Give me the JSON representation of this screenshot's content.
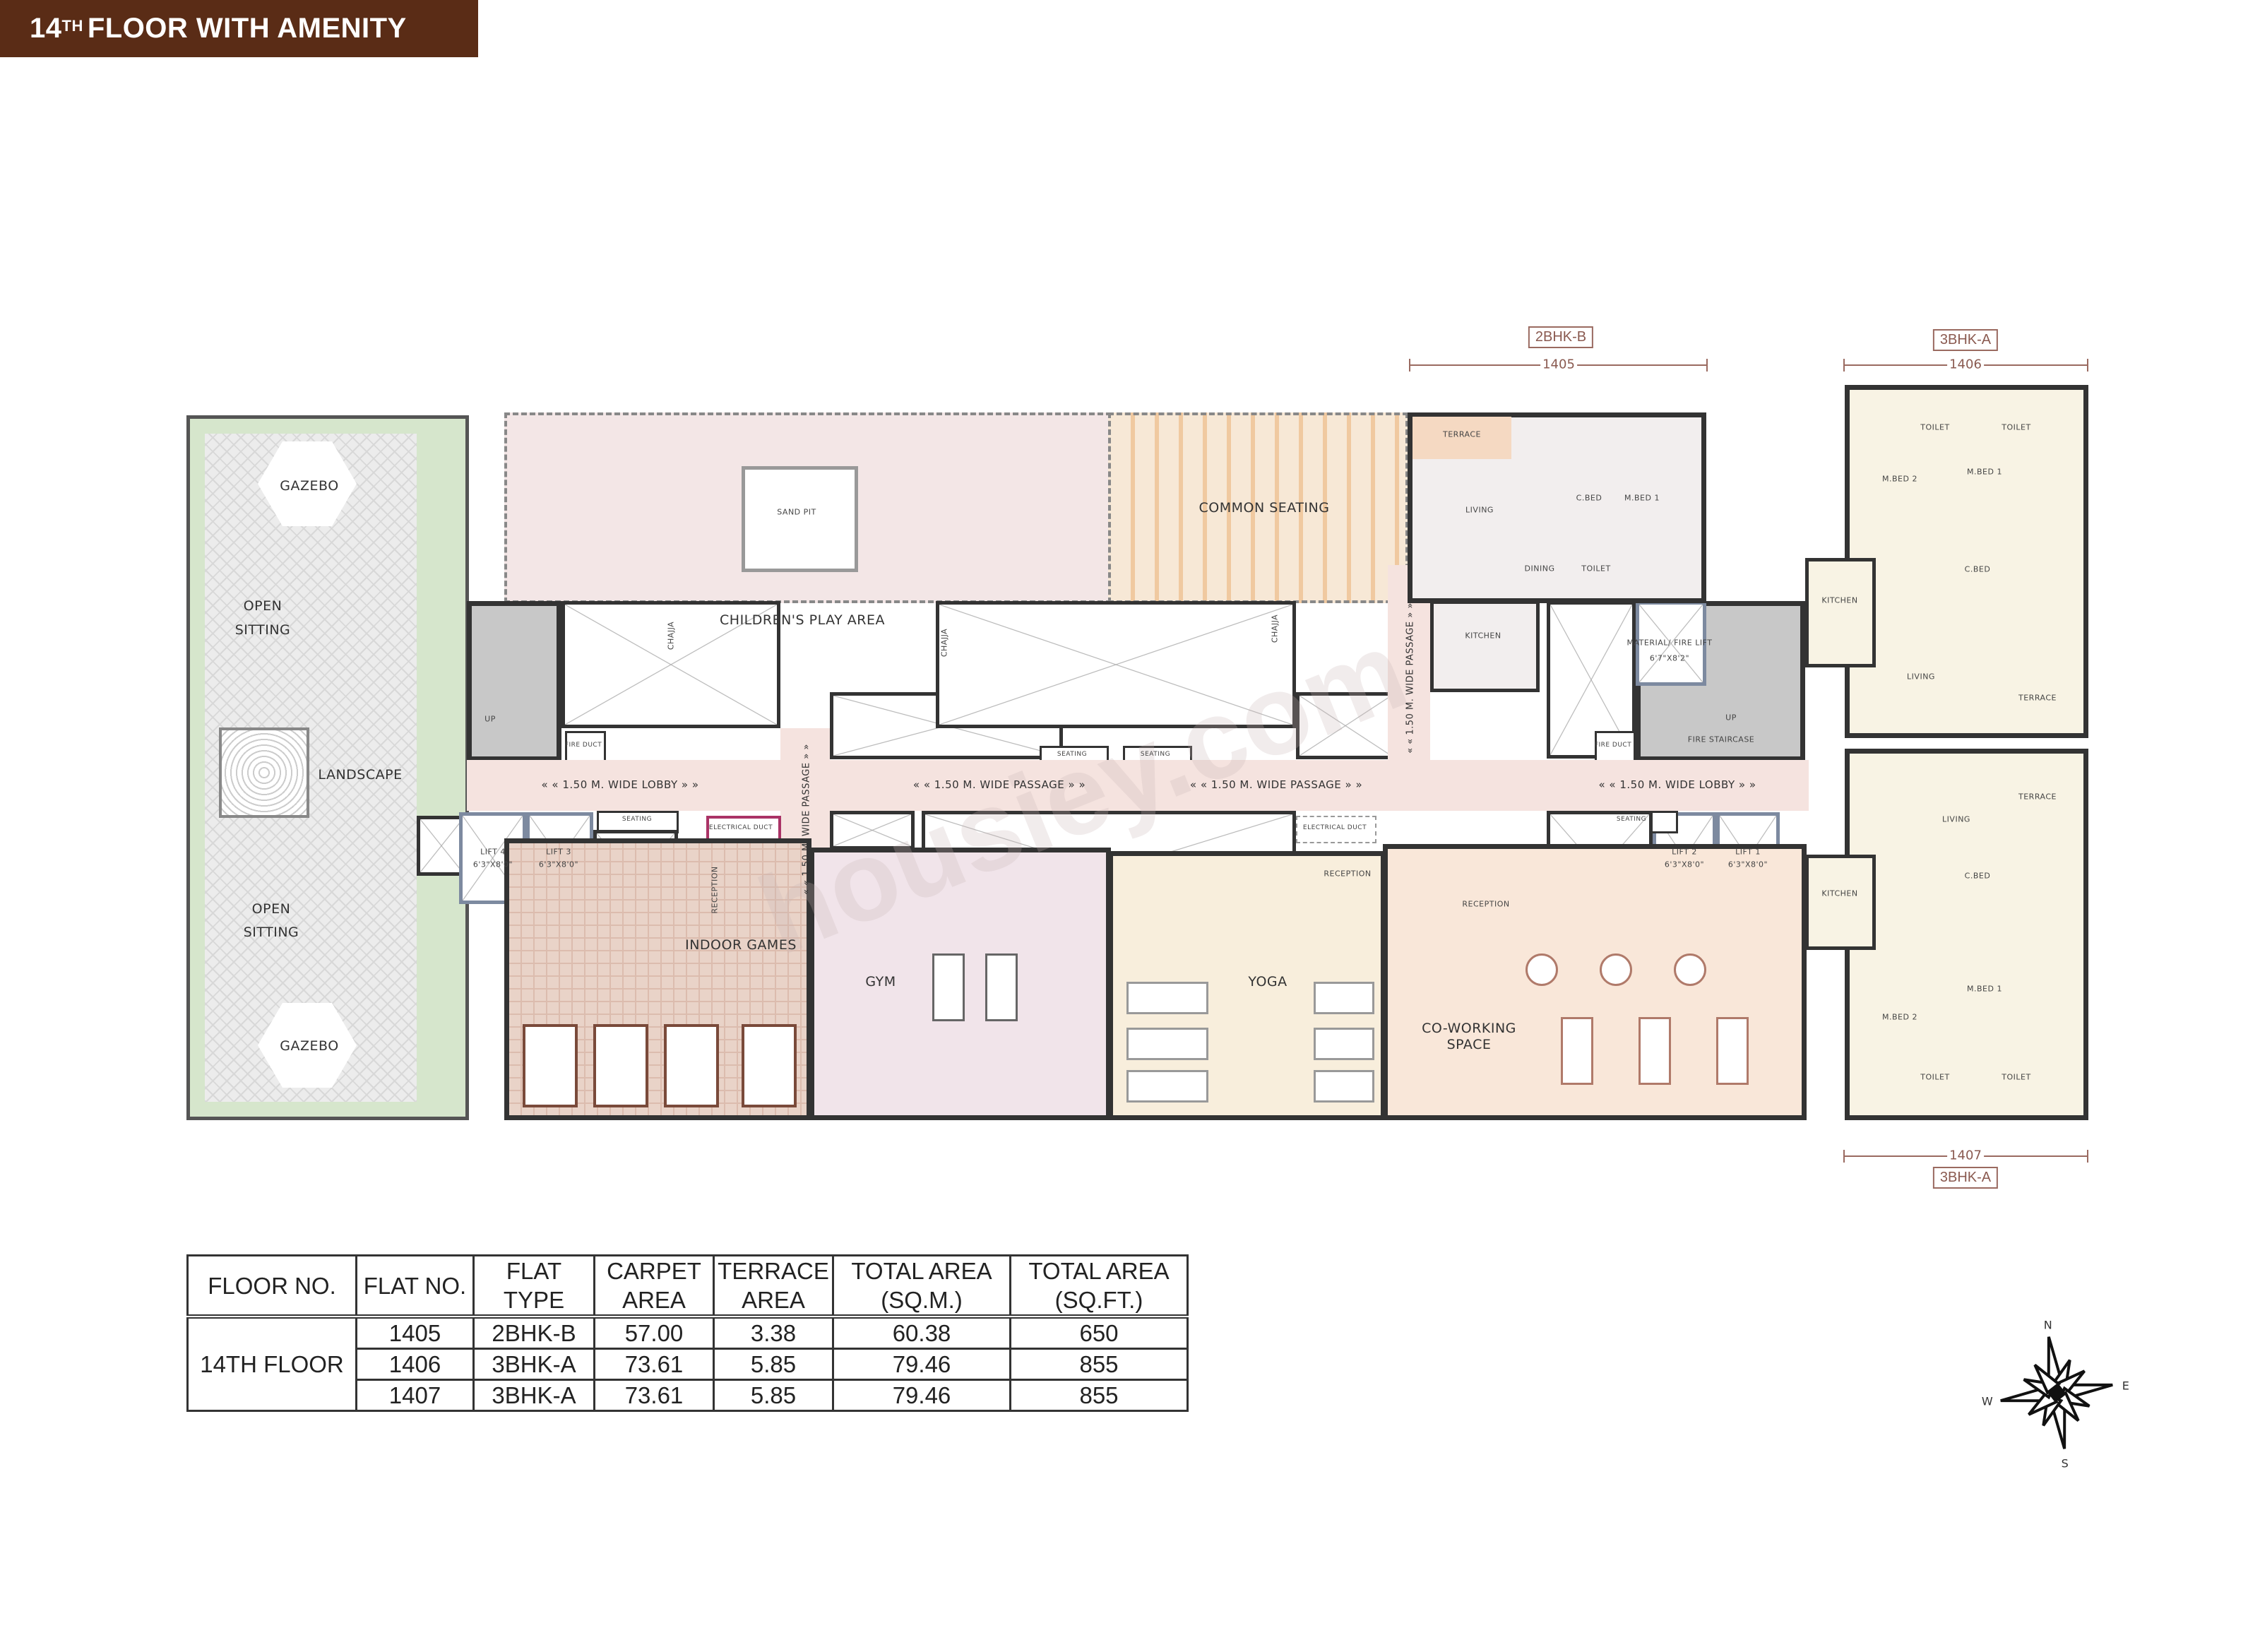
{
  "header": {
    "title_num": "14",
    "title_sup": "TH",
    "title_rest": "FLOOR WITH AMENITY"
  },
  "colors": {
    "title_bg": "#5a2c16",
    "landscape": "#cfe0c4",
    "lobby": "#f5e3df",
    "play_area": "#f3e6e6",
    "common_seating": "#f7e8d6",
    "indoor_games": "#e9d3c8",
    "gym": "#f1e4ea",
    "yoga": "#f8eedc",
    "coworking": "#f9e7d9",
    "stair": "#c8c8c8"
  },
  "dimensions": {
    "unit_1405": {
      "type": "2BHK-B",
      "flat": "1405"
    },
    "unit_1406": {
      "type": "3BHK-A",
      "flat": "1406"
    },
    "unit_1407": {
      "type": "3BHK-A",
      "flat": "1407"
    }
  },
  "labels": {
    "gazebo": "GAZEBO",
    "open": "OPEN",
    "sitting": "SITTING",
    "landscape": "LANDSCAPE",
    "childrens_play_area": "CHILDREN'S PLAY AREA",
    "sand_pit": "SAND PIT",
    "common_seating": "COMMON SEATING",
    "wide_lobby": "« « 1.50 M. WIDE LOBBY » »",
    "wide_passage": "« « 1.50 M. WIDE PASSAGE » »",
    "indoor_games": "INDOOR GAMES",
    "gym": "GYM",
    "yoga": "YOGA",
    "co_working": "CO-WORKING",
    "space": "SPACE",
    "lift_4": "LIFT 4",
    "lift_3": "LIFT 3",
    "lift_2": "LIFT 2",
    "lift_1": "LIFT 1",
    "lift_size_a": "6'3\"X8'0\"",
    "lift_size_b": "6'3\"X8'0\"",
    "electrical_duct": "ELECTRICAL DUCT",
    "seating": "SEATING",
    "fire_staircase": "FIRE STAIRCASE",
    "material_fire_lift": "MATERIAL/ FIRE LIFT",
    "material_lift_size": "6'7\"X8'2\"",
    "fire_duct": "FIRE DUCT",
    "reception": "RECEPTION",
    "up": "UP",
    "chajja": "CHAJJA",
    "terrace": "TERRACE",
    "living": "LIVING",
    "dining": "DINING",
    "kitchen": "KITCHEN",
    "m_bed_1": "M.BED 1",
    "m_bed_2": "M.BED 2",
    "c_bed": "C.BED",
    "toilet": "TOILET"
  },
  "table": {
    "headers": [
      [
        "FLOOR NO."
      ],
      [
        "FLAT NO."
      ],
      [
        "FLAT",
        "TYPE"
      ],
      [
        "CARPET",
        "AREA"
      ],
      [
        "TERRACE",
        "AREA"
      ],
      [
        "TOTAL AREA",
        "(SQ.M.)"
      ],
      [
        "TOTAL AREA",
        "(SQ.FT.)"
      ]
    ],
    "floor": "14TH FLOOR",
    "rows": [
      {
        "flat": "1405",
        "type": "2BHK-B",
        "carpet": "57.00",
        "terrace": "3.38",
        "total_sqm": "60.38",
        "total_sqft": "650"
      },
      {
        "flat": "1406",
        "type": "3BHK-A",
        "carpet": "73.61",
        "terrace": "5.85",
        "total_sqm": "79.46",
        "total_sqft": "855"
      },
      {
        "flat": "1407",
        "type": "3BHK-A",
        "carpet": "73.61",
        "terrace": "5.85",
        "total_sqm": "79.46",
        "total_sqft": "855"
      }
    ]
  },
  "compass": {
    "n": "N",
    "e": "E",
    "s": "S",
    "w": "W"
  },
  "watermark": "housiey.com"
}
